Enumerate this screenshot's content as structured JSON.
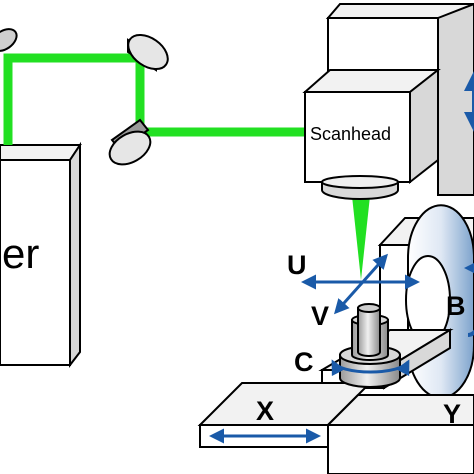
{
  "labels": {
    "laser": "er",
    "scanhead": "Scanhead",
    "u": "U",
    "v": "V",
    "b": "B",
    "c": "C",
    "x": "X",
    "y": "Y"
  },
  "colors": {
    "beam": "#22e022",
    "axis_arrow": "#1a5aa8",
    "box_top": "#f2f2f2",
    "box_side": "#d8d8d8",
    "box_front": "#ffffff",
    "stroke": "#000000"
  }
}
